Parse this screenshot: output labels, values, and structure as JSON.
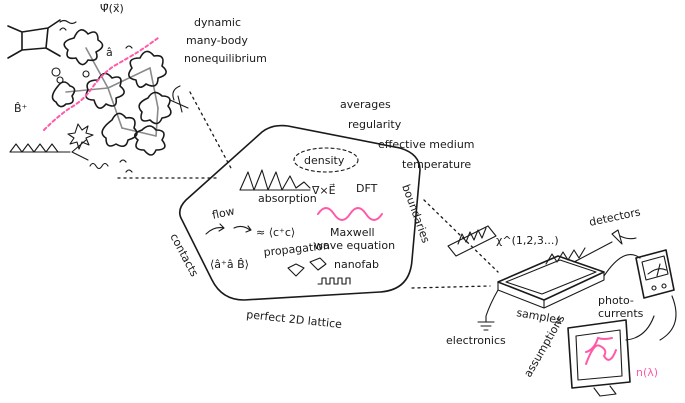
{
  "colors": {
    "ink": "#1a1a1a",
    "accent": "#ff5aa8",
    "grey": "#8a8a8a",
    "background": "#ffffff"
  },
  "top_left": {
    "psi": "Ψ̂(x⃗)",
    "a_hat": "â",
    "b_dag": "B̂⁺",
    "dynamic": "dynamic",
    "many_body": "many-body",
    "nonequilibrium": "nonequilibrium"
  },
  "stack": {
    "averages": "averages",
    "regularity": "regularity",
    "effective_medium": "effective medium",
    "temperature": "temperature"
  },
  "blob": {
    "density": "density",
    "absorption": "absorption",
    "curl_e": "∇×E⃗",
    "dft": "DFT",
    "boundaries": "boundaries",
    "flow": "flow",
    "correlator": "≈ ⟨c⁺c⟩",
    "maxwell_1": "Maxwell",
    "maxwell_2": "wave equation",
    "contacts": "contacts",
    "expectation": "⟨â⁺â B̂⟩",
    "propagation": "propagation",
    "nanofab": "nanofab",
    "lattice": "perfect 2D lattice"
  },
  "right": {
    "chi": "χ^(1,2,3...)",
    "detectors": "detectors",
    "photo_1": "photo-",
    "photo_2": "currents",
    "samples": "samples",
    "electronics": "electronics",
    "assumptions": "assumptions",
    "n_lambda": "n(λ)"
  }
}
